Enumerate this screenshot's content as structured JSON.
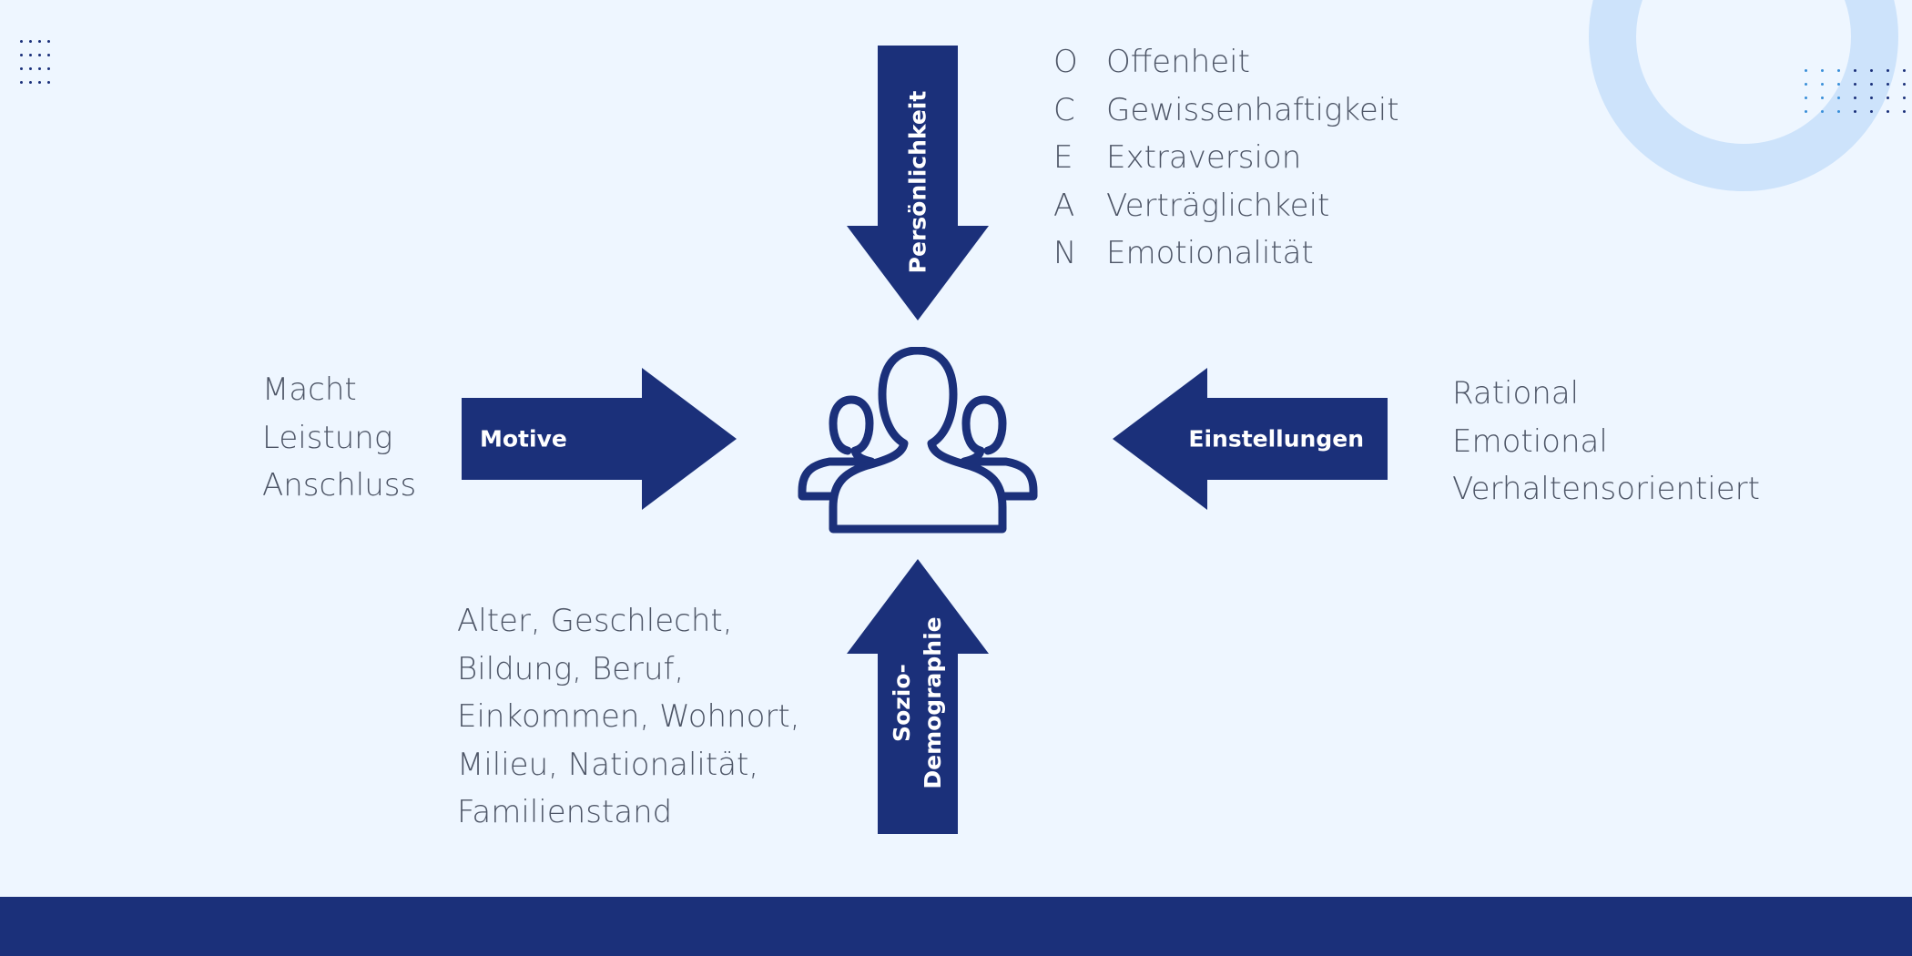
{
  "colors": {
    "background": "#eef6ff",
    "navy": "#1b307a",
    "text": "#4d5566",
    "ring": "#cde3fb",
    "dot_navy": "#1b307a",
    "dot_blue": "#3a8fd9"
  },
  "center": {
    "icon": "people-group-icon"
  },
  "arrows": {
    "top": {
      "label": "Persönlichkeit",
      "direction": "down"
    },
    "left": {
      "label": "Motive",
      "direction": "right"
    },
    "right": {
      "label": "Einstellungen",
      "direction": "left"
    },
    "bottom": {
      "label_line1": "Sozio-",
      "label_line2": "Demographie",
      "direction": "up"
    }
  },
  "ocean": [
    {
      "letter": "O",
      "word": "Offenheit"
    },
    {
      "letter": "C",
      "word": "Gewissenhaftigkeit"
    },
    {
      "letter": "E",
      "word": "Extraversion"
    },
    {
      "letter": "A",
      "word": "Verträglichkeit"
    },
    {
      "letter": "N",
      "word": "Emotionalität"
    }
  ],
  "motives": [
    "Macht",
    "Leistung",
    "Anschluss"
  ],
  "attitudes": [
    "Rational",
    "Emotional",
    "Verhaltensorientiert"
  ],
  "demographics": [
    "Alter, Geschlecht,",
    "Bildung, Beruf,",
    "Einkommen, Wohnort,",
    "Milieu, Nationalität,",
    "Familienstand"
  ]
}
